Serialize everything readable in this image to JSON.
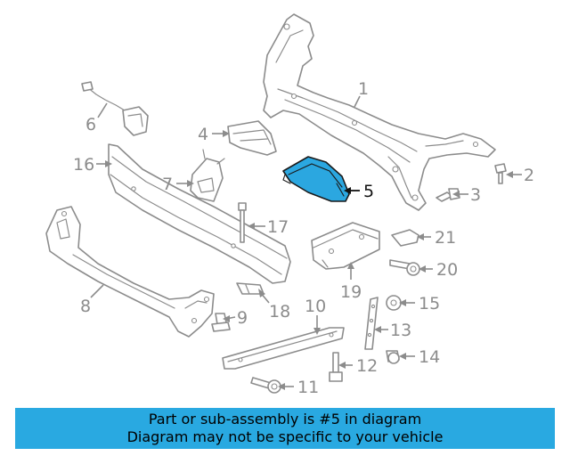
{
  "callouts": [
    {
      "id": "1",
      "text": "1"
    },
    {
      "id": "2",
      "text": "2"
    },
    {
      "id": "3",
      "text": "3"
    },
    {
      "id": "4",
      "text": "4"
    },
    {
      "id": "5",
      "text": "5"
    },
    {
      "id": "6",
      "text": "6"
    },
    {
      "id": "7",
      "text": "7"
    },
    {
      "id": "8",
      "text": "8"
    },
    {
      "id": "9",
      "text": "9"
    },
    {
      "id": "10",
      "text": "10"
    },
    {
      "id": "11",
      "text": "11"
    },
    {
      "id": "12",
      "text": "12"
    },
    {
      "id": "13",
      "text": "13"
    },
    {
      "id": "14",
      "text": "14"
    },
    {
      "id": "15",
      "text": "15"
    },
    {
      "id": "16",
      "text": "16"
    },
    {
      "id": "17",
      "text": "17"
    },
    {
      "id": "18",
      "text": "18"
    },
    {
      "id": "19",
      "text": "19"
    },
    {
      "id": "20",
      "text": "20"
    },
    {
      "id": "21",
      "text": "21"
    }
  ],
  "highlighted_part": "5",
  "colors": {
    "highlight_fill": "#2ba7e0",
    "banner_background": "#29a9e1",
    "line_gray": "#8c8c8c"
  },
  "banner": {
    "line1": "Part or sub-assembly is #5 in diagram",
    "line2": "Diagram may not be specific to your vehicle"
  }
}
